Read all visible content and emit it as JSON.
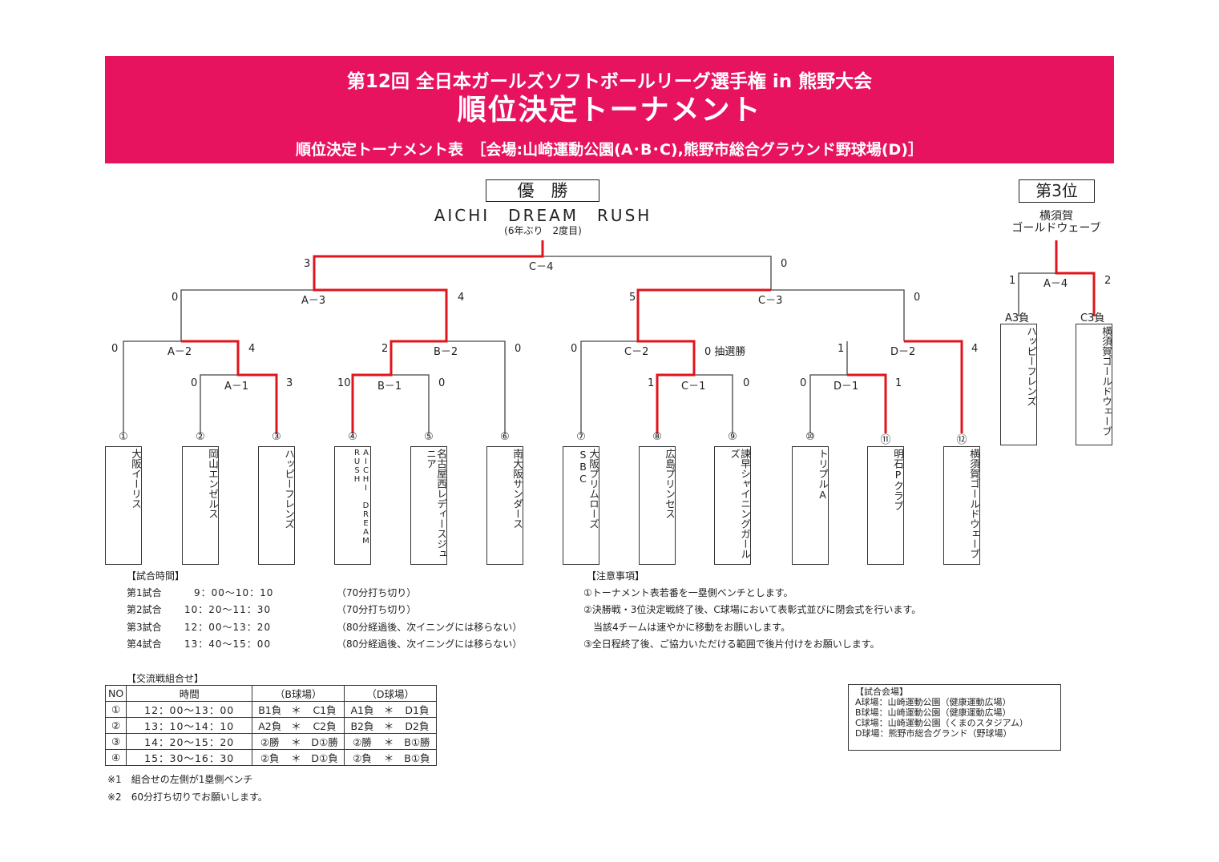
{
  "header": {
    "line1": "第12回 全日本ガールズソフトボールリーグ選手権 in 熊野大会",
    "line2": "順位決定トーナメント",
    "line3": "順位決定トーナメント表　［会場:山崎運動公園(A･B･C),熊野市総合グラウンド野球場(D)］"
  },
  "champion": {
    "label": "優　勝",
    "team": "AICHI　DREAM　RUSH",
    "note": "(6年ぶり　2度目)"
  },
  "third": {
    "label": "第3位",
    "team_l1": "横須賀",
    "team_l2": "ゴールドウェーブ"
  },
  "games": {
    "c4": {
      "name": "C－4",
      "left": "3",
      "right": "0"
    },
    "a3": {
      "name": "A－3",
      "left": "0",
      "right": "4"
    },
    "c3": {
      "name": "C－3",
      "left": "5",
      "right": "0"
    },
    "a2": {
      "name": "A－2",
      "left": "0",
      "right": "4"
    },
    "a1": {
      "name": "A－1",
      "left": "0",
      "right": "3"
    },
    "b2": {
      "name": "B－2",
      "left": "2",
      "right": "0"
    },
    "b1": {
      "name": "B－1",
      "left": "10",
      "right": "0"
    },
    "c2": {
      "name": "C－2",
      "left": "0",
      "right": "0 抽選勝"
    },
    "c1": {
      "name": "C－1",
      "left": "1",
      "right": "0"
    },
    "d2": {
      "name": "D－2",
      "left": "1",
      "right": "4"
    },
    "d1": {
      "name": "D－1",
      "left": "0",
      "right": "1"
    },
    "a4": {
      "name": "A－4",
      "left": "1",
      "right": "2"
    }
  },
  "teams": [
    {
      "seed": "①",
      "name": "大阪イーリス"
    },
    {
      "seed": "②",
      "name": "岡山エンゼルス"
    },
    {
      "seed": "③",
      "name": "ハッピーフレンズ"
    },
    {
      "seed": "④",
      "name": "AICHI DREAM RUSH"
    },
    {
      "seed": "⑤",
      "name": "名古屋西レディースジュニア"
    },
    {
      "seed": "⑥",
      "name": "南大阪サンダース"
    },
    {
      "seed": "⑦",
      "name": "大阪プリムローズSBC"
    },
    {
      "seed": "⑧",
      "name": "広島プリンセス"
    },
    {
      "seed": "⑨",
      "name": "諫早シャイニングガールズ"
    },
    {
      "seed": "⑩",
      "name": "トリプルA"
    },
    {
      "seed": "⑪",
      "name": "明石Pクラブ"
    },
    {
      "seed": "⑫",
      "name": "横須賀ゴールドウェーブ"
    }
  ],
  "third_bracket": [
    {
      "label": "A3負",
      "name": "ハッピーフレンズ"
    },
    {
      "label": "C3負",
      "name": "横須賀ゴールドウェーブ"
    }
  ],
  "schedule": {
    "title": "【試合時間】",
    "rows": [
      {
        "game": "第1試合",
        "time": "9：00～10：10",
        "note": "（70分打ち切り）"
      },
      {
        "game": "第2試合",
        "time": "10：20～11：30",
        "note": "（70分打ち切り）"
      },
      {
        "game": "第3試合",
        "time": "12：00～13：20",
        "note": "（80分経過後、次イニングには移らない）"
      },
      {
        "game": "第4試合",
        "time": "13：40～15：00",
        "note": "（80分経過後、次イニングには移らない）"
      }
    ]
  },
  "notes": {
    "title": "【注意事項】",
    "items": [
      "①トーナメント表若番を一塁側ベンチとします。",
      "②決勝戦・3位決定戦終了後、C球場において表彰式並びに閉会式を行います。",
      "　当該4チームは速やかに移動をお願いします。",
      "③全日程終了後、ご協力いただける範囲で後片付けをお願いします。"
    ]
  },
  "cross": {
    "title": "【交流戦組合せ】",
    "headers": [
      "NO",
      "時間",
      "（B球場）",
      "（D球場）"
    ],
    "rows": [
      [
        "①",
        "12：00～13：00",
        "B1負",
        "＊",
        "C1負",
        "A1負",
        "＊",
        "D1負"
      ],
      [
        "②",
        "13：10～14：10",
        "A2負",
        "＊",
        "C2負",
        "B2負",
        "＊",
        "D2負"
      ],
      [
        "③",
        "14：20～15：20",
        "②勝",
        "＊",
        "D①勝",
        "②勝",
        "＊",
        "B①勝"
      ],
      [
        "④",
        "15：30～16：30",
        "②負",
        "＊",
        "D①負",
        "②負",
        "＊",
        "B①負"
      ]
    ],
    "foot1": "※1　組合せの左側が1塁側ベンチ",
    "foot2": "※2　60分打ち切りでお願いします。"
  },
  "venue": {
    "title": "【試合会場】",
    "lines": [
      "A球場：山崎運動公園（健康運動広場）",
      "B球場：山崎運動公園（健康運動広場）",
      "C球場：山崎運動公園（くまのスタジアム）",
      "D球場：熊野市総合グランド（野球場）"
    ]
  },
  "colors": {
    "banner": "#e8135f",
    "winner_line": "#e0141c",
    "line": "#444444"
  }
}
